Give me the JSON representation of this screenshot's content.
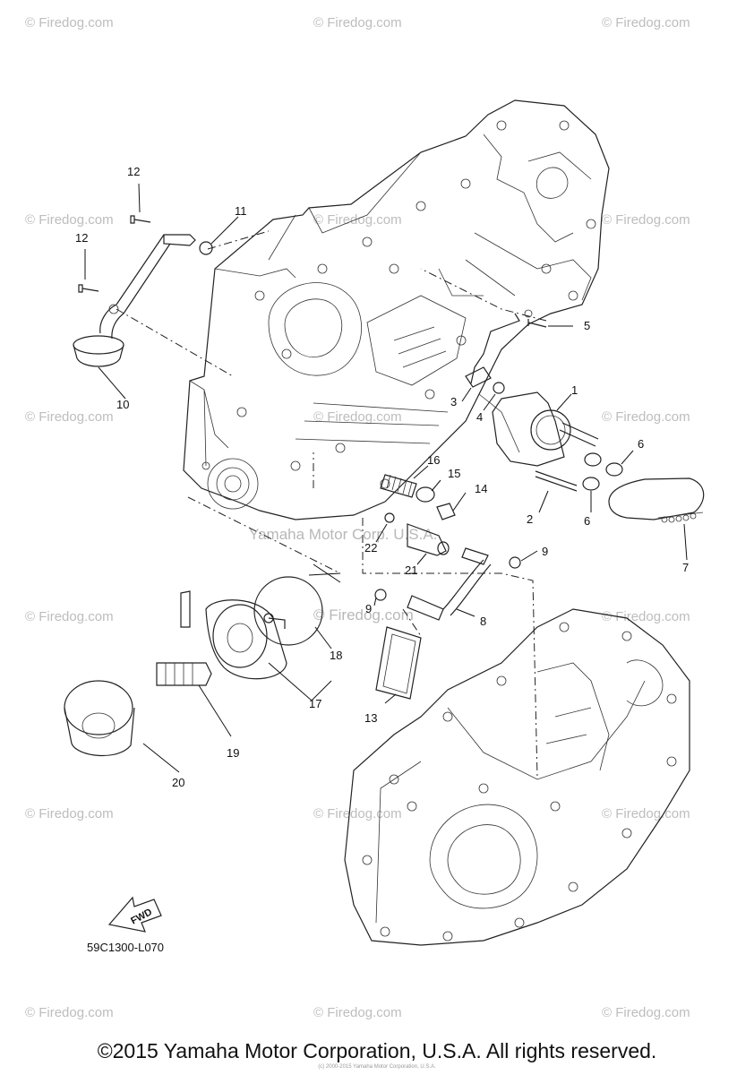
{
  "watermark_text": "© Firedog.com",
  "center_watermark_1": "Yamaha Motor Corp. U.S.A.",
  "center_watermark_2": "© Firedog.com",
  "diagram_code": "59C1300-L070",
  "fwd_label": "FWD",
  "callouts": {
    "p1": "1",
    "p2": "2",
    "p3": "3",
    "p4": "4",
    "p5": "5",
    "p6a": "6",
    "p6b": "6",
    "p7": "7",
    "p8": "8",
    "p9a": "9",
    "p9b": "9",
    "p10": "10",
    "p11": "11",
    "p12a": "12",
    "p12b": "12",
    "p13": "13",
    "p14": "14",
    "p15": "15",
    "p16": "16",
    "p17": "17",
    "p18": "18",
    "p19": "19",
    "p20": "20",
    "p21": "21",
    "p22": "22"
  },
  "copyright": "©2015 Yamaha Motor Corporation, U.S.A. All rights reserved.",
  "fine_print": "(c) 2000-2015 Yamaha Motor Corporation, U.S.A."
}
